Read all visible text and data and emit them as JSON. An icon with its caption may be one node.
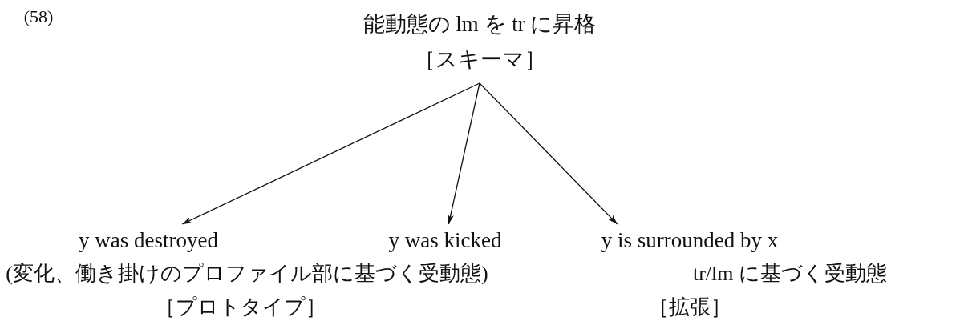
{
  "diagram": {
    "nodes": [
      {
        "text": [
          "能動態の lm を tr に昇格",
          "［スキーマ］"
        ]
      },
      {
        "text": [
          "y was destroyed"
        ]
      },
      {
        "text": [
          "y was kicked"
        ]
      },
      {
        "text": [
          "y is surrounded by x"
        ]
      }
    ],
    "edges": [
      {
        "from": 0,
        "to": 1,
        "arrow": "to"
      },
      {
        "from": 0,
        "to": 2,
        "arrow": "to"
      },
      {
        "from": 0,
        "to": 3,
        "arrow": "to"
      }
    ],
    "labels": [
      "(58)",
      "(変化、働き掛けのプロファイル部に基づく受動態)",
      "tr/lm に基づく受動態",
      "［プロトタイプ］",
      "［拡張］"
    ]
  }
}
